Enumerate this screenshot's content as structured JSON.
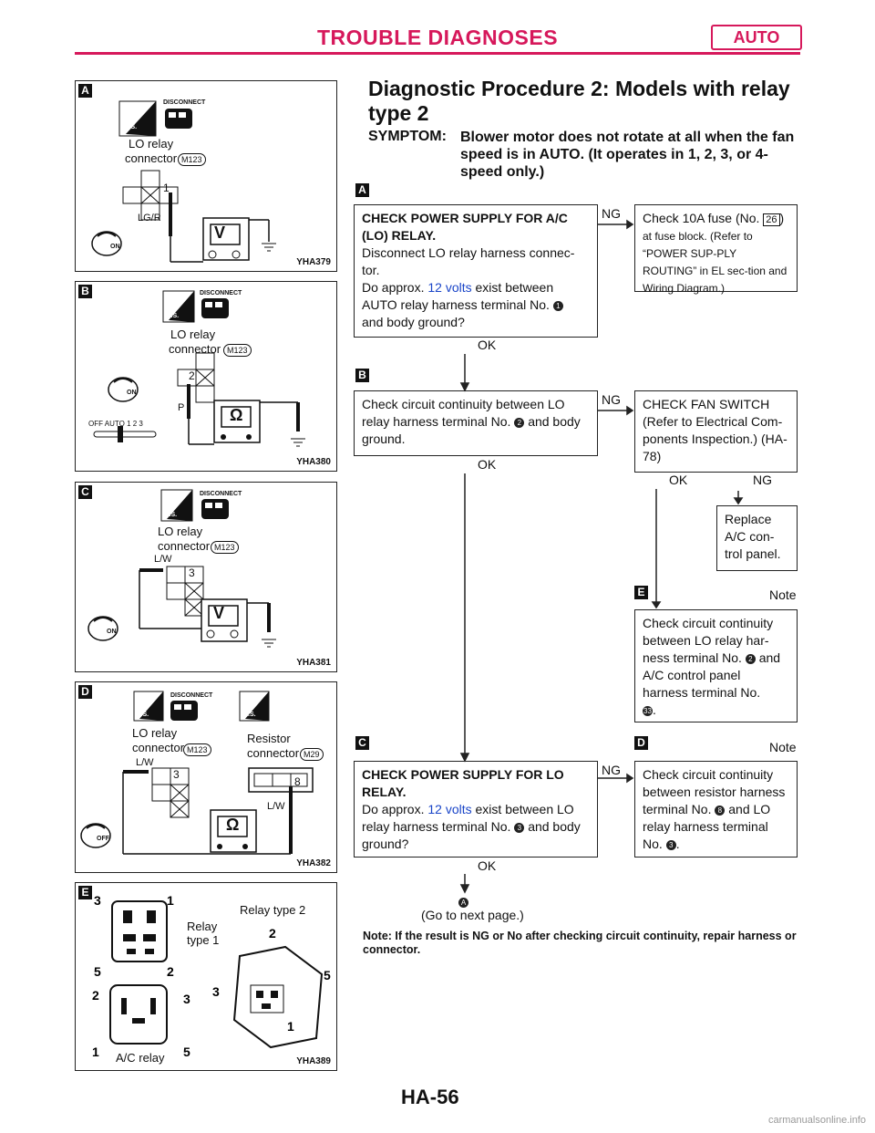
{
  "header": {
    "title": "TROUBLE DIAGNOSES",
    "badge": "AUTO"
  },
  "figures": {
    "a": {
      "tag": "A",
      "ts": "T.S.",
      "disconnect": "DISCONNECT",
      "connector_label": "LO relay",
      "connector_label2": "connector",
      "connector_code": "M123",
      "pin": "1",
      "wire": "LG/R",
      "meter": "V",
      "ign": "ON",
      "fig_id": "YHA379"
    },
    "b": {
      "tag": "B",
      "ts": "T.S.",
      "disconnect": "DISCONNECT",
      "connector_label": "LO relay",
      "connector_label2": "connector",
      "connector_code": "M123",
      "pin": "2",
      "wire": "P",
      "meter": "Ω",
      "ign": "ON",
      "fan_switch": "OFF AUTO  1  2  3",
      "fig_id": "YHA380"
    },
    "c": {
      "tag": "C",
      "ts": "T.S.",
      "disconnect": "DISCONNECT",
      "connector_label": "LO relay",
      "connector_label2": "connector",
      "connector_code": "M123",
      "pin": "3",
      "wire": "L/W",
      "meter": "V",
      "ign": "ON",
      "fig_id": "YHA381"
    },
    "d": {
      "tag": "D",
      "ts": "T.S.",
      "hs": "H.S.",
      "disconnect": "DISCONNECT",
      "connector_label": "LO relay",
      "connector_label2": "connector",
      "connector_code": "M123",
      "resistor_label": "Resistor",
      "resistor_label2": "connector",
      "resistor_code": "M29",
      "pin": "3",
      "pin2": "8",
      "wire": "L/W",
      "wire2": "L/W",
      "meter": "Ω",
      "ign": "OFF",
      "fig_id": "YHA382"
    },
    "e": {
      "tag": "E",
      "relay1": "Relay",
      "relay1b": "type 1",
      "relay2": "Relay type 2",
      "ac_relay": "A/C relay",
      "fig_id": "YHA389"
    }
  },
  "procedure": {
    "title": "Diagnostic Procedure 2: Models with relay type 2",
    "symptom_label": "SYMPTOM:",
    "symptom_text": "Blower motor does not rotate at all when the fan speed is in AUTO. (It operates in 1, 2, 3, or 4-speed only.)",
    "tags": {
      "a": "A",
      "b": "B",
      "c": "C",
      "d": "D",
      "e": "E"
    },
    "step1": {
      "heading": "CHECK POWER SUPPLY FOR A/C (LO) RELAY.",
      "text1": "Disconnect LO relay harness connec-tor.",
      "text2a": "Do approx.",
      "volts": "12 volts",
      "text2b": "exist between AUTO relay harness terminal No.",
      "term": "1",
      "text2c": "and body ground?"
    },
    "fuse": {
      "text_a": "Check 10A fuse (No.",
      "num": "26",
      "text_b": ")",
      "small": "at fuse block. (Refer to “POWER SUP-PLY ROUTING” in EL sec-tion and Wiring Diagram.)"
    },
    "step2": {
      "text_a": "Check circuit continuity between LO relay harness terminal No.",
      "term": "2",
      "text_b": "and body ground."
    },
    "fan_switch": {
      "text": "CHECK FAN SWITCH (Refer to Electrical Com-ponents Inspection.) (HA-78)"
    },
    "replace": {
      "text": "Replace A/C con-trol panel."
    },
    "cont_panel": {
      "text_a": "Check circuit continuity between LO relay har-ness terminal No.",
      "term": "2",
      "text_b": "and A/C control panel harness terminal No.",
      "term2": "33",
      "text_c": "."
    },
    "step3": {
      "heading": "CHECK POWER SUPPLY FOR LO RELAY.",
      "text_a": "Do approx.",
      "volts": "12 volts",
      "text_b": "exist between LO relay harness terminal No.",
      "term": "3",
      "text_c": "and body ground?"
    },
    "resistor": {
      "text_a": "Check circuit continuity between resistor harness terminal No.",
      "term": "8",
      "text_b": "and LO relay harness terminal No.",
      "term2": "3",
      "text_c": "."
    },
    "labels": {
      "ng": "NG",
      "ok": "OK",
      "note": "Note"
    },
    "goto": {
      "mark": "A",
      "text": "(Go to next page.)"
    },
    "footnote": "Note: If the result is NG or No after checking circuit continuity, repair harness or connector."
  },
  "page_number": "HA-56",
  "watermark": "carmanualsonline.info"
}
